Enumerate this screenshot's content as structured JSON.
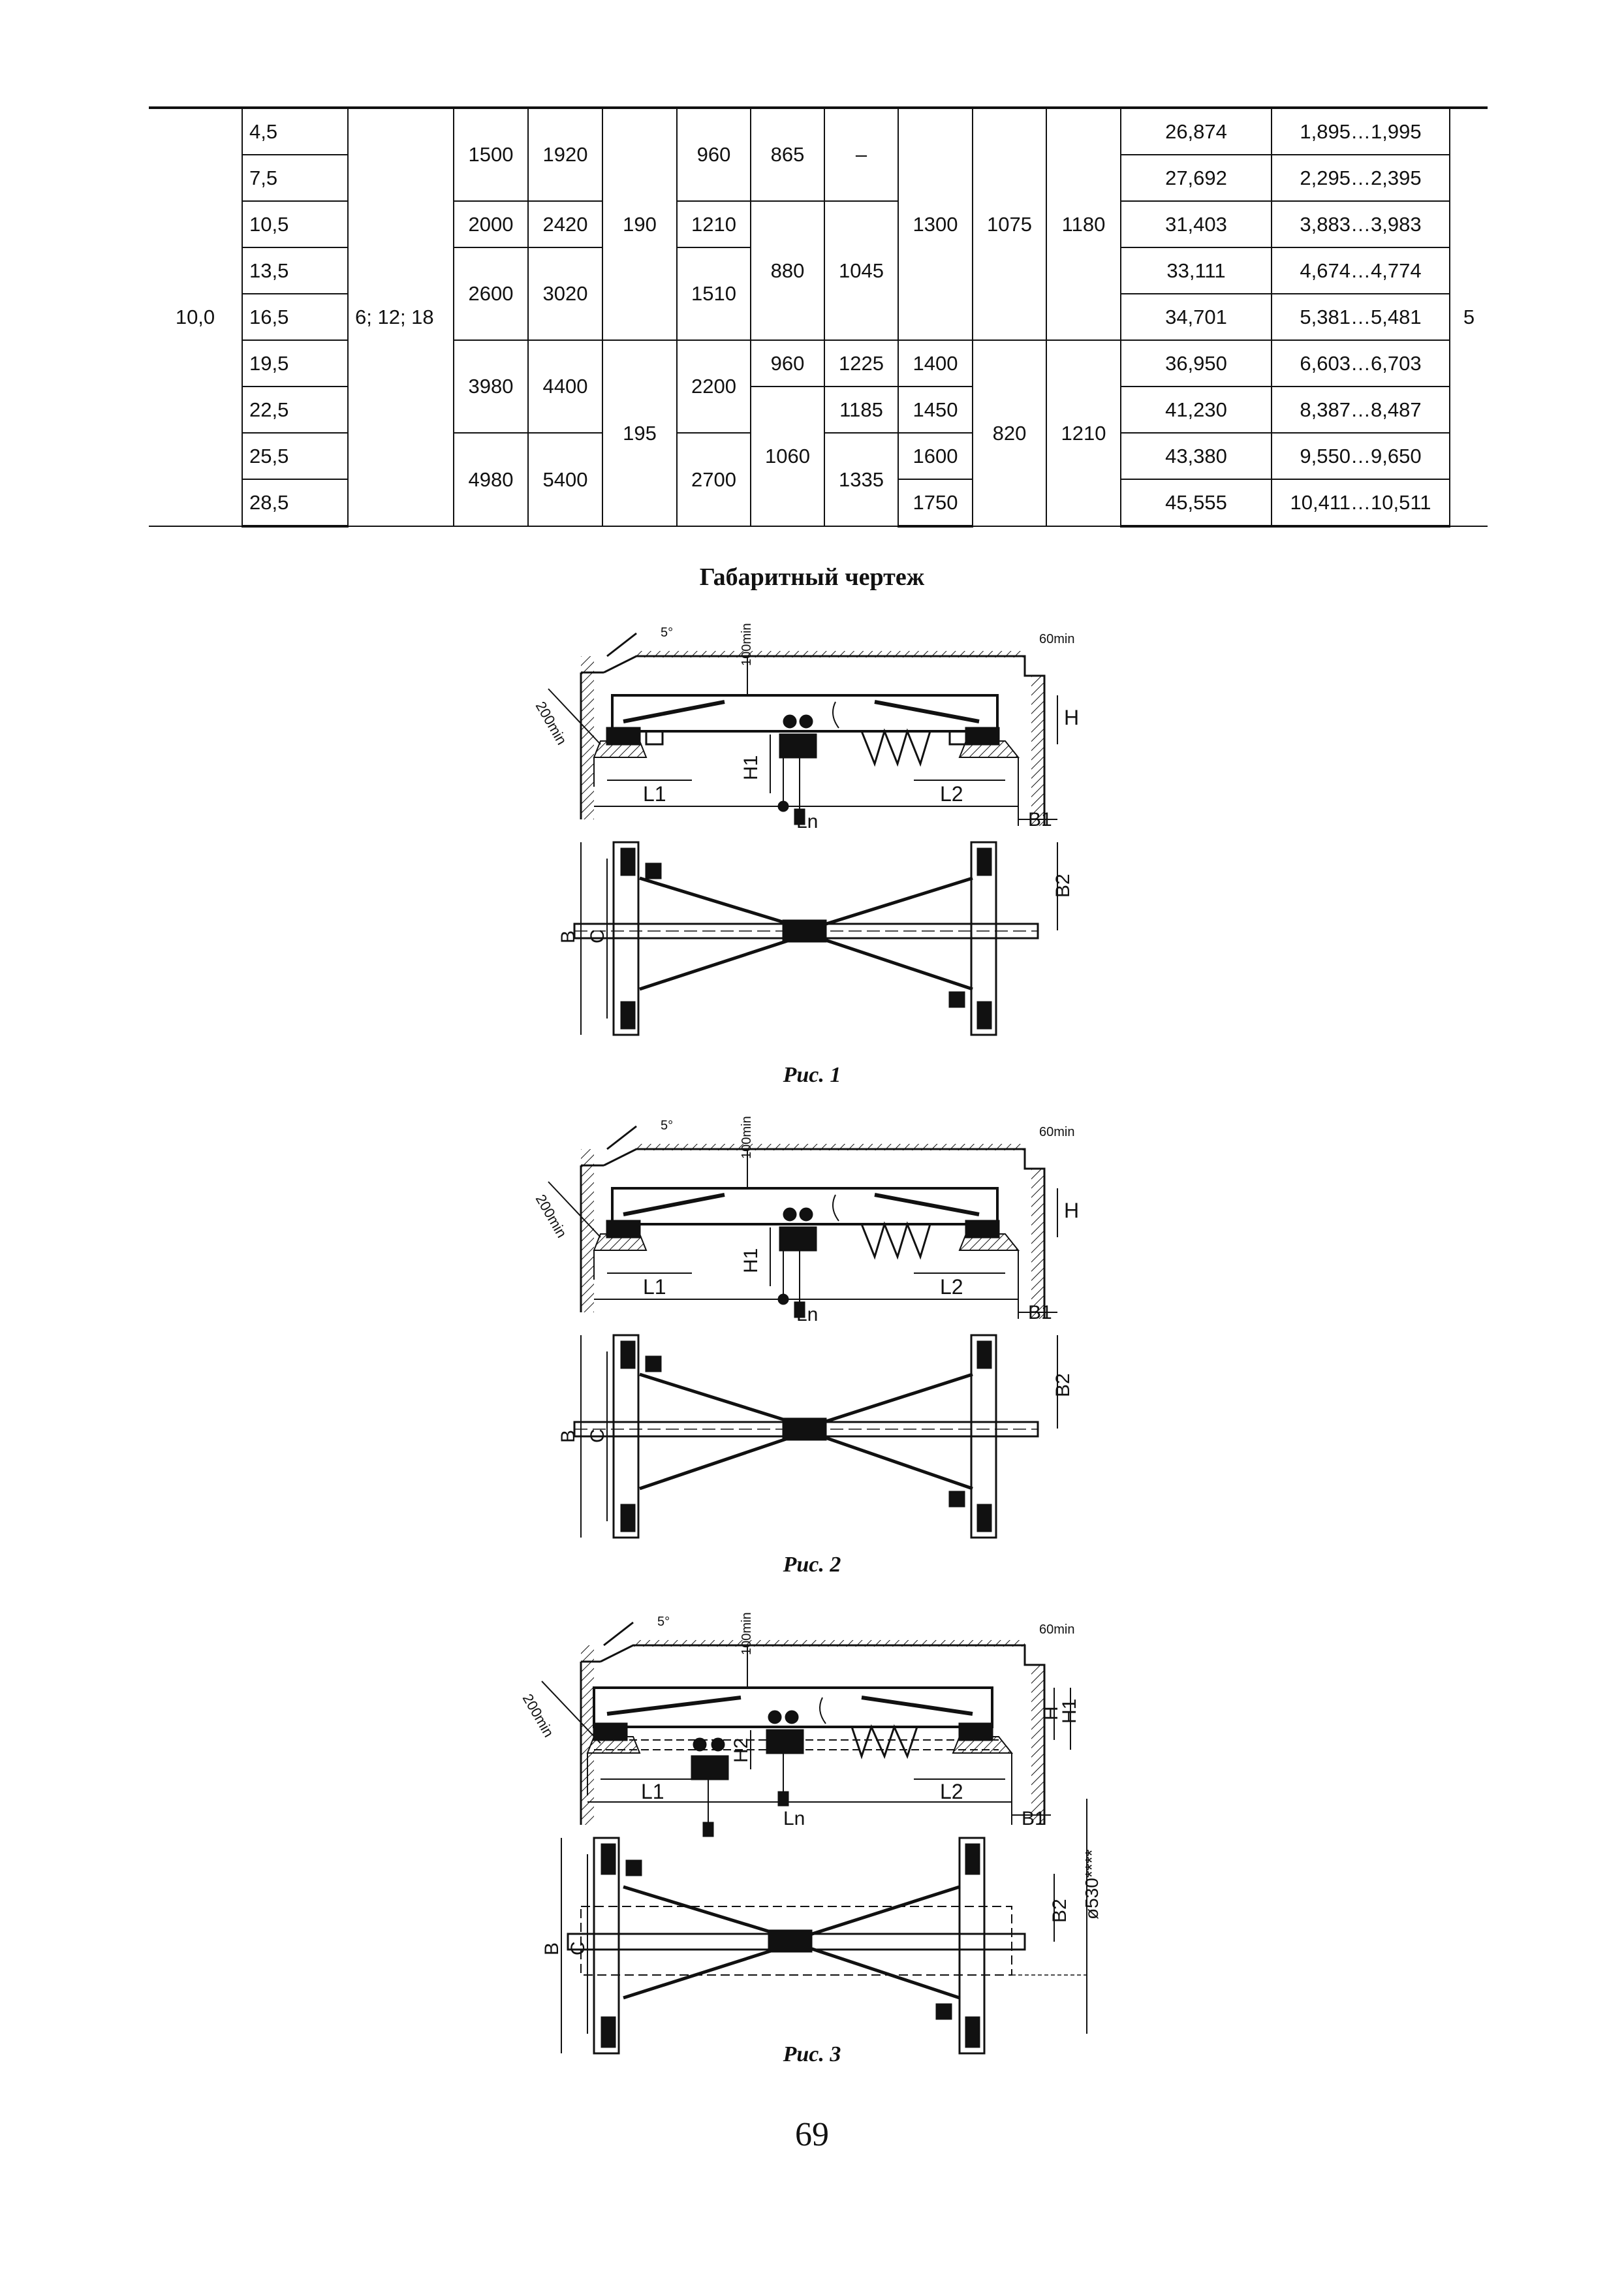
{
  "table": {
    "merged": {
      "capacity": "10,0",
      "heights": "6; 12; 18",
      "last_col": "5"
    },
    "rows": [
      {
        "span": "4,5",
        "m": "26,874",
        "range": "1,895…1,995"
      },
      {
        "span": "7,5",
        "m": "27,692",
        "range": "2,295…2,395"
      },
      {
        "span": "10,5",
        "m": "31,403",
        "range": "3,883…3,983"
      },
      {
        "span": "13,5",
        "m": "33,111",
        "range": "4,674…4,774"
      },
      {
        "span": "16,5",
        "m": "34,701",
        "range": "5,381…5,481"
      },
      {
        "span": "19,5",
        "m": "36,950",
        "range": "6,603…6,703"
      },
      {
        "span": "22,5",
        "m": "41,230",
        "range": "8,387…8,487"
      },
      {
        "span": "25,5",
        "m": "43,380",
        "range": "9,550…9,650"
      },
      {
        "span": "28,5",
        "m": "45,555",
        "range": "10,411…10,511"
      }
    ],
    "cells": {
      "c3_a": "1500",
      "c3_b": "2000",
      "c3_c": "2600",
      "c3_d": "3980",
      "c3_e": "4980",
      "c4_a": "1920",
      "c4_b": "2420",
      "c4_c": "3020",
      "c4_d": "4400",
      "c4_e": "5400",
      "c5_a": "190",
      "c5_b": "195",
      "c6_a": "960",
      "c6_b": "1210",
      "c6_c": "1510",
      "c6_d": "2200",
      "c6_e": "2700",
      "c7_a": "865",
      "c7_b": "880",
      "c7_c": "960",
      "c7_d": "1060",
      "c8_a": "–",
      "c8_b": "1045",
      "c8_c": "1225",
      "c8_d": "1185",
      "c8_e": "1335",
      "c9_a": "1300",
      "c9_b": "1400",
      "c9_c": "1450",
      "c9_d": "1600",
      "c9_e": "1750",
      "c10_a": "1075",
      "c10_b": "820",
      "c11_a": "1180",
      "c11_b": "1210"
    }
  },
  "section_title": "Габаритный чертеж",
  "figures": [
    {
      "caption": "Рис. 1",
      "labels": {
        "min_left": "200min",
        "clearance_top": "100min",
        "angle": "5°",
        "clearance_right": "60min",
        "H": "H",
        "H1": "H1",
        "L1": "L1",
        "L2": "L2",
        "Ln": "Ln",
        "B1": "B1",
        "B": "B",
        "C": "C",
        "B2": "B2"
      }
    },
    {
      "caption": "Рис. 2",
      "labels": {
        "min_left": "200min",
        "clearance_top": "100min",
        "angle": "5°",
        "clearance_right": "60min",
        "H": "H",
        "H1": "H1",
        "L1": "L1",
        "L2": "L2",
        "Ln": "Ln",
        "B1": "B1",
        "B": "B",
        "C": "C",
        "B2": "B2"
      }
    },
    {
      "caption": "Рис. 3",
      "labels": {
        "min_left": "200min",
        "clearance_top": "100min",
        "angle": "5°",
        "clearance_right": "60min",
        "H": "H",
        "H1": "H1",
        "H2": "H2",
        "L1": "L1",
        "L2": "L2",
        "Ln": "Ln",
        "B1": "B1",
        "B": "B",
        "C": "C",
        "B2": "B2",
        "diameter": "ø530****"
      }
    }
  ],
  "page_number": "69"
}
